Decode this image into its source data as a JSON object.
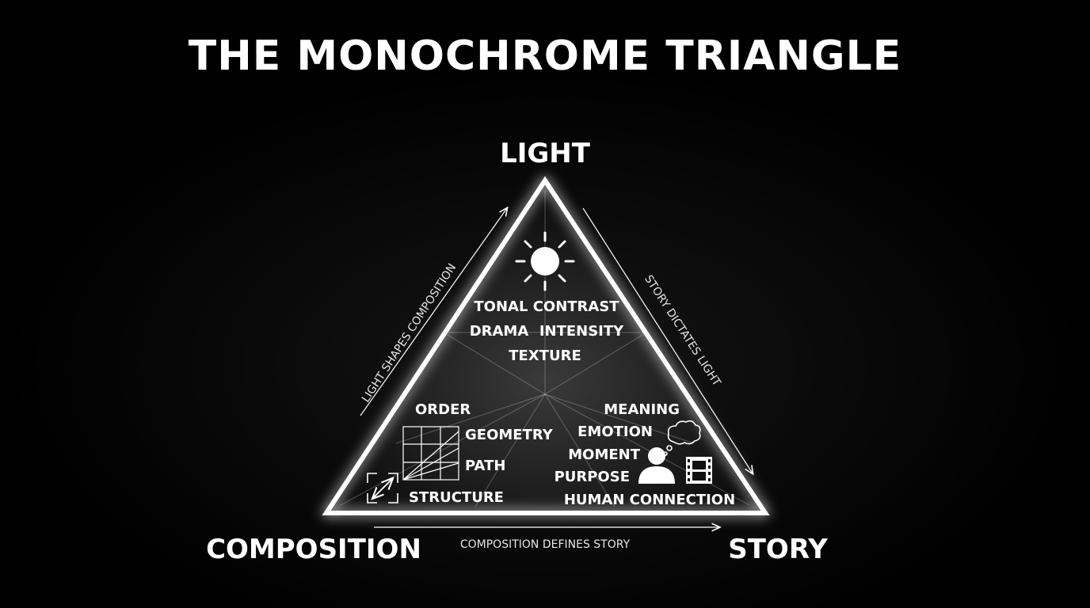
{
  "title": "THE MONOCHROME TRIANGLE",
  "vertices": {
    "top": "LIGHT",
    "bottom_left": "COMPOSITION",
    "bottom_right": "STORY"
  },
  "edges": {
    "left": "LIGHT SHAPES COMPOSITION",
    "right": "STORY DICTATES LIGHT",
    "bottom": "COMPOSITION DEFINES STORY"
  },
  "light_terms": {
    "row1": "TONAL CONTRAST",
    "row2_left": "DRAMA",
    "row2_right": "INTENSITY",
    "row3": "TEXTURE"
  },
  "composition_terms": [
    "ORDER",
    "GEOMETRY",
    "PATH",
    "STRUCTURE"
  ],
  "story_terms": [
    "MEANING",
    "EMOTION",
    "MOMENT",
    "PURPOSE",
    "HUMAN CONNECTION"
  ],
  "icons": [
    "sun-icon",
    "grid-icon",
    "expand-arrows-icon",
    "thought-bubble-icon",
    "person-icon",
    "film-strip-icon"
  ],
  "colors": {
    "background": "#000000",
    "foreground": "#ffffff"
  }
}
